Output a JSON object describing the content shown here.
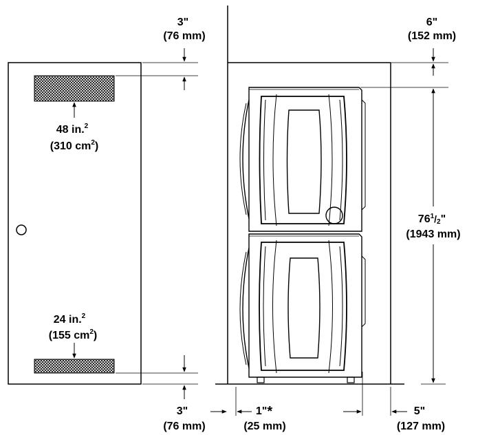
{
  "colors": {
    "ink": "#000000",
    "background": "#ffffff",
    "vent_hatch": "#000000"
  },
  "door": {
    "top_clearance": {
      "in": "3\"",
      "mm": "(76 mm)"
    },
    "top_vent": {
      "area_in": "48 in.",
      "area_cm": "(310 cm",
      "sup": "2"
    },
    "bottom_vent": {
      "area_in": "24 in.",
      "area_cm": "(155 cm",
      "sup": "2"
    },
    "bottom_clearance": {
      "in": "3\"",
      "mm": "(76 mm)"
    },
    "knob_icon": "door-knob-icon"
  },
  "closet": {
    "top_clearance": {
      "in": "6\"",
      "mm": "(152 mm)"
    },
    "height": {
      "whole": "76",
      "frac_num": "1",
      "frac_den": "2",
      "inch_mark": "\"",
      "mm": "(1943 mm)"
    },
    "side_clearance": {
      "in": "1\"",
      "mark": "*",
      "mm": "(25 mm)"
    },
    "right_clearance": {
      "in": "5\"",
      "mm": "(127 mm)"
    },
    "appliance_icon": "stacked-washer-dryer-icon"
  }
}
